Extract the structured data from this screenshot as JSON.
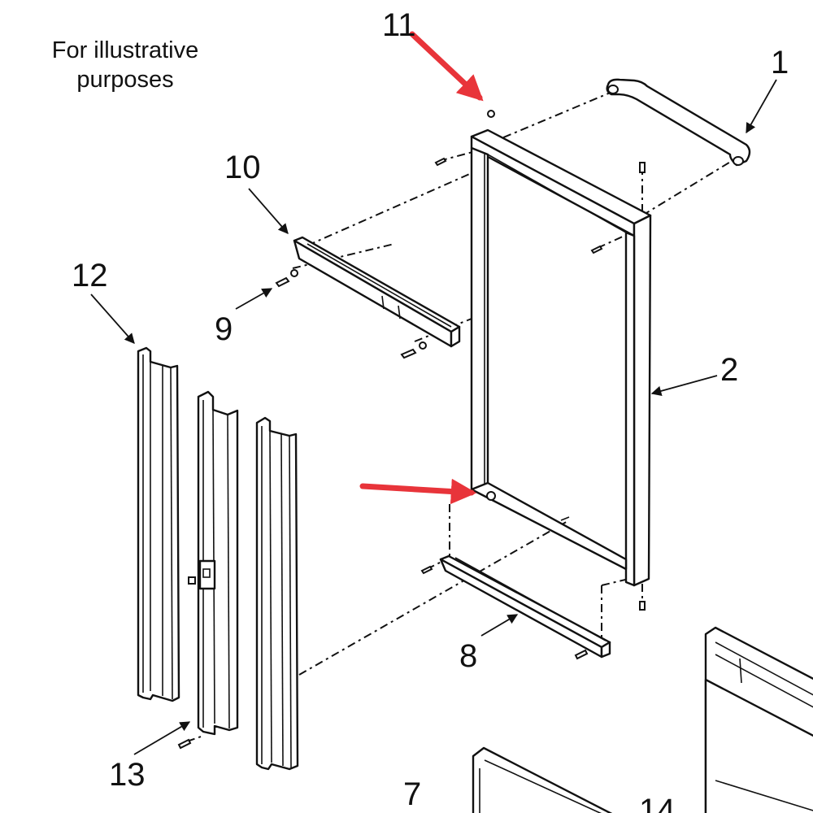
{
  "caption": {
    "line1": "For illustrative",
    "line2": "purposes"
  },
  "callouts": {
    "handle": "1",
    "frame": "2",
    "panel_7": "7",
    "bottom_track": "8",
    "screw": "9",
    "top_bracket": "10",
    "fastener": "11",
    "jamb_left": "12",
    "jamb_middle": "13",
    "panel_14": "14"
  },
  "colors": {
    "highlight_arrow": "#e8343a",
    "line": "#111111",
    "background": "#ffffff"
  }
}
